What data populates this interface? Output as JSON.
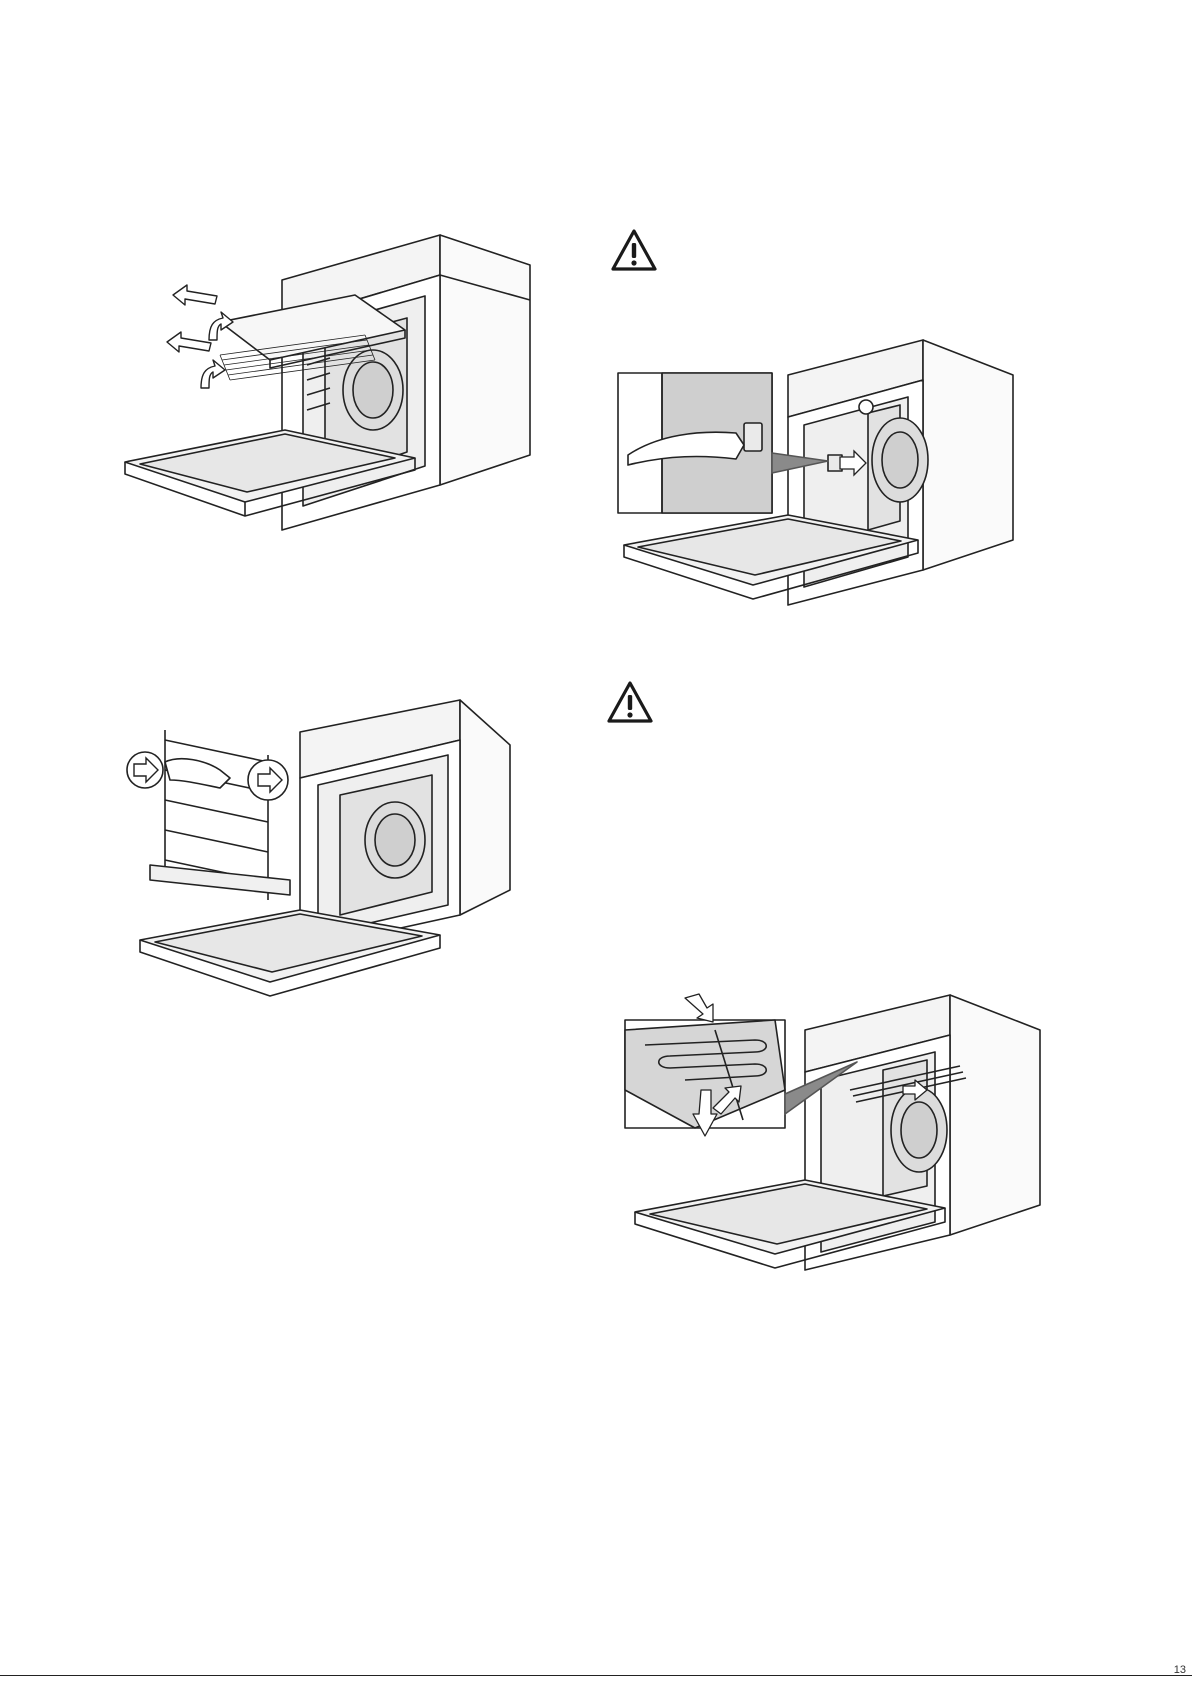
{
  "page": {
    "illustrations": [
      {
        "id": "fig-remove-accessories",
        "icon": "oven-remove-trays-illustration"
      },
      {
        "id": "fig-remove-side-racks",
        "icon": "oven-remove-side-rails-illustration"
      },
      {
        "id": "fig-replace-lamp",
        "icon": "oven-lamp-cover-illustration"
      },
      {
        "id": "fig-lower-grill-element",
        "icon": "oven-grill-element-illustration"
      }
    ],
    "warnings": [
      {
        "icon": "warning-triangle-icon"
      },
      {
        "icon": "warning-triangle-icon"
      }
    ],
    "page_number": "13"
  }
}
